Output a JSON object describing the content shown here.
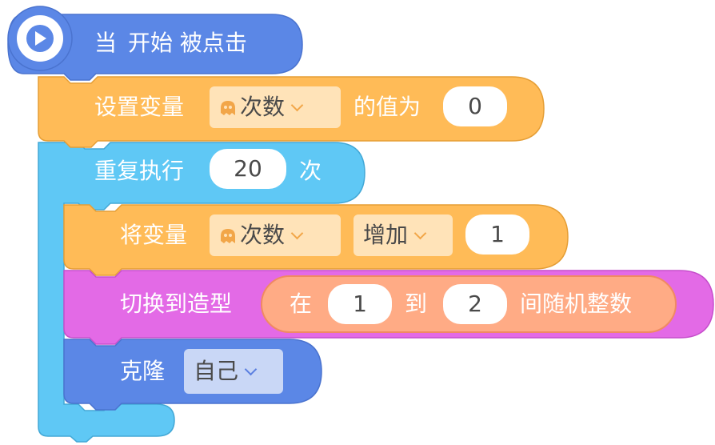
{
  "hat": {
    "when": "当",
    "event": "开始 被点击"
  },
  "set_var": {
    "label": "设置变量",
    "variable": "次数",
    "mid": "的值为",
    "value": "0"
  },
  "repeat": {
    "label": "重复执行",
    "count": "20",
    "suffix": "次"
  },
  "change_var": {
    "label": "将变量",
    "variable": "次数",
    "op": "增加",
    "value": "1"
  },
  "switch_costume": {
    "label": "切换到造型",
    "random": {
      "prefix": "在",
      "from": "1",
      "mid": "到",
      "to": "2",
      "suffix": "间随机整数"
    }
  },
  "clone": {
    "label": "克隆",
    "target": "自己"
  },
  "colors": {
    "hat": "#5b87e6",
    "variables": "#ffbb57",
    "control": "#5fc8f5",
    "looks": "#e36ae6",
    "operators": "#ffab85",
    "clone": "#5b87e6"
  },
  "icons": [
    "play-icon",
    "ghost-icon",
    "chevron-down-icon"
  ]
}
